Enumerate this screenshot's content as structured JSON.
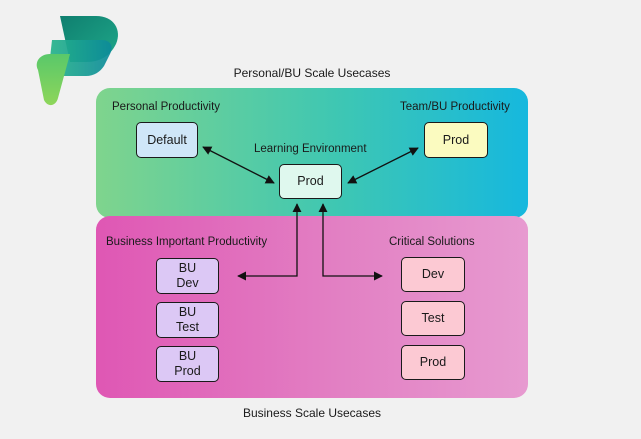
{
  "diagram": {
    "top_caption": "Personal/BU Scale Usecases",
    "bottom_caption": "Business Scale Usecases",
    "logo": "power-platform-logo",
    "colors": {
      "background": "#f1f1f1",
      "top_panel_start": "#7fd48d",
      "top_panel_end": "#16b8de",
      "bottom_panel_start": "#df57b4",
      "bottom_panel_end": "#e79ad0"
    },
    "groups": {
      "personal": {
        "label": "Personal Productivity",
        "env": "Default"
      },
      "team": {
        "label": "Team/BU Productivity",
        "env": "Prod"
      },
      "learning": {
        "label": "Learning Environment",
        "env": "Prod"
      },
      "business": {
        "label": "Business Important Productivity",
        "envs": [
          "BU\nDev",
          "BU\nTest",
          "BU\nProd"
        ]
      },
      "critical": {
        "label": "Critical  Solutions",
        "envs": [
          "Dev",
          "Test",
          "Prod"
        ]
      }
    }
  }
}
